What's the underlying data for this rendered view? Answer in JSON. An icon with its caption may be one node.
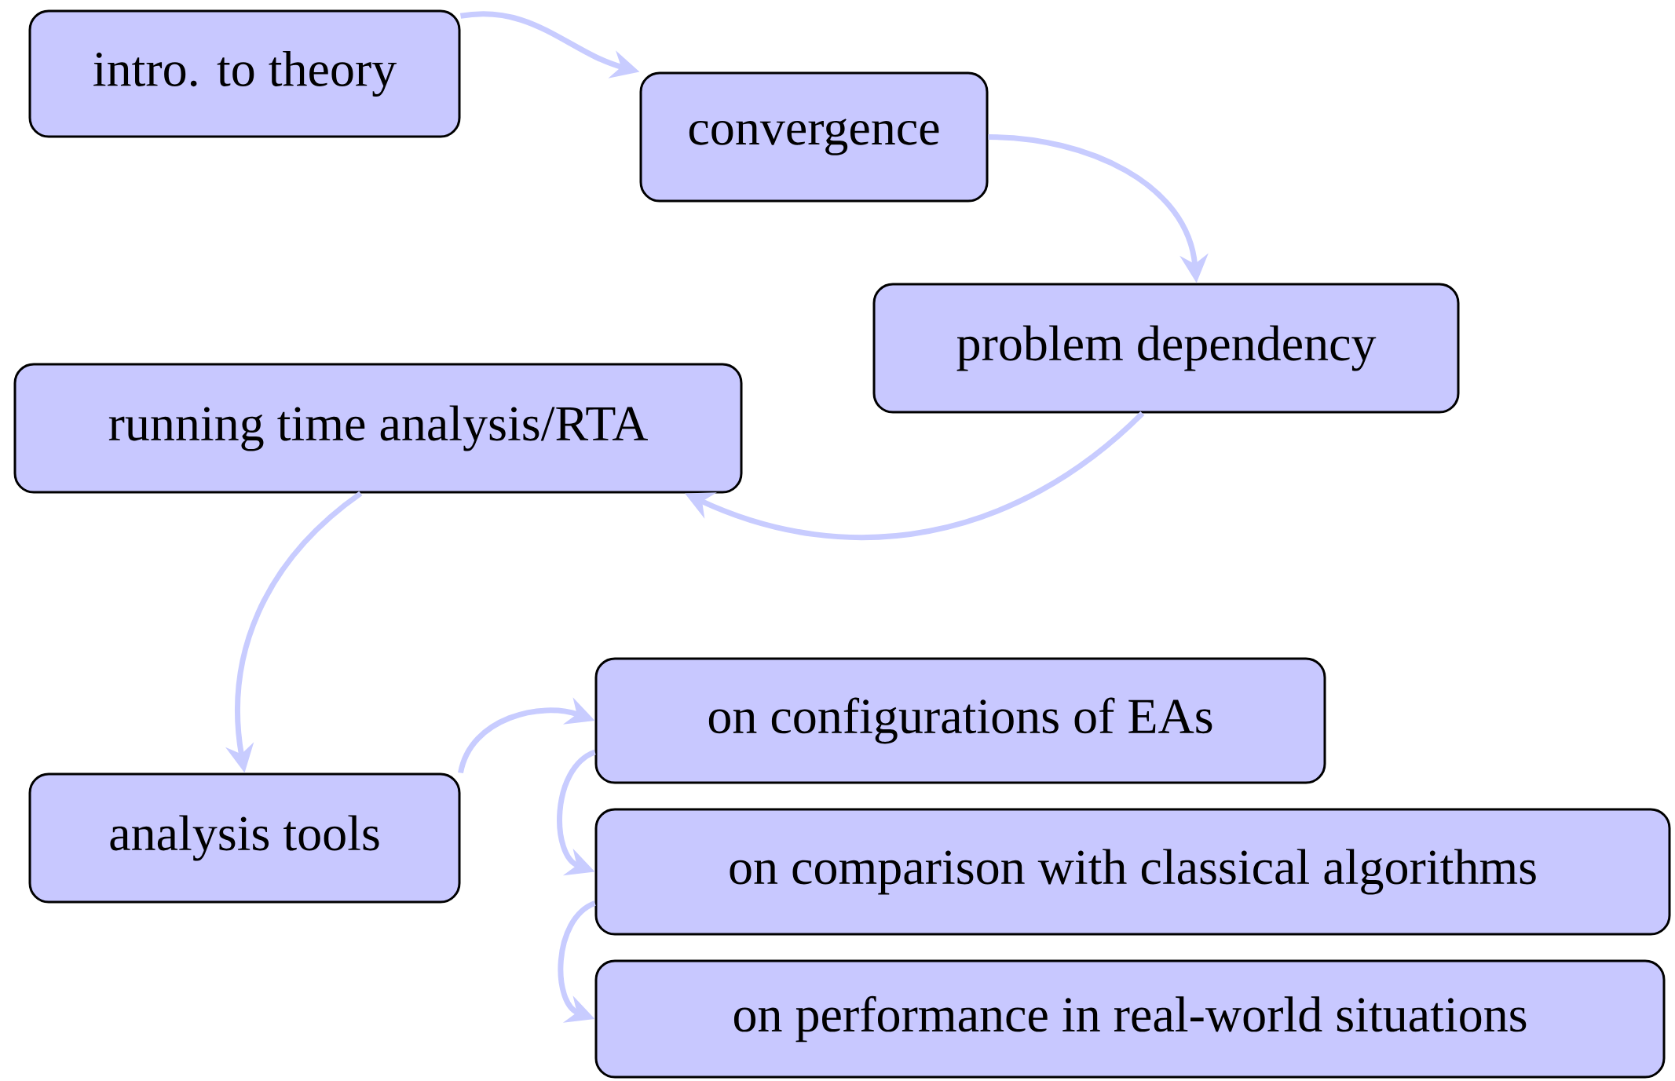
{
  "diagram": {
    "nodes": [
      {
        "text": [
          "intro. to theory"
        ]
      },
      {
        "text": [
          "convergence"
        ]
      },
      {
        "text": [
          "problem dependency"
        ]
      },
      {
        "text": [
          "running time analysis/RTA"
        ]
      },
      {
        "text": [
          "analysis tools"
        ]
      },
      {
        "text": [
          "on configurations of EAs"
        ]
      },
      {
        "text": [
          "on comparison with classical algorithms"
        ]
      },
      {
        "text": [
          "on performance in real-world situations"
        ]
      }
    ],
    "edges": [
      {
        "from": 0,
        "to": 1,
        "arrow": "to"
      },
      {
        "from": 1,
        "to": 2,
        "arrow": "to"
      },
      {
        "from": 2,
        "to": 3,
        "arrow": "to"
      },
      {
        "from": 3,
        "to": 4,
        "arrow": "to"
      },
      {
        "from": 4,
        "to": 5,
        "arrow": "to"
      },
      {
        "from": 5,
        "to": 6,
        "arrow": "to"
      },
      {
        "from": 6,
        "to": 7,
        "arrow": "to"
      }
    ]
  }
}
